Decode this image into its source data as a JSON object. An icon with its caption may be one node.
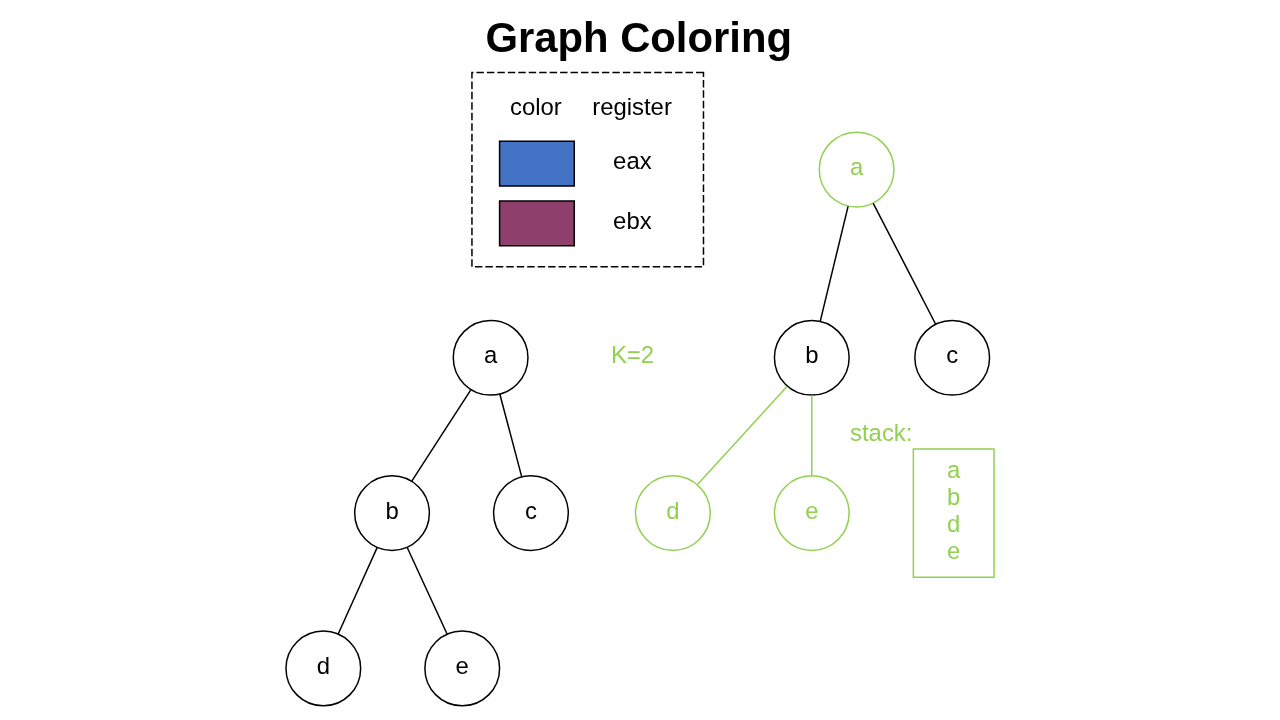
{
  "diagram": {
    "title": "Graph Coloring",
    "nodes": [
      {
        "text": [
          "a"
        ]
      },
      {
        "text": [
          "b"
        ]
      },
      {
        "text": [
          "c"
        ]
      },
      {
        "text": [
          "d"
        ]
      },
      {
        "text": [
          "e"
        ]
      },
      {
        "text": [
          "a"
        ]
      },
      {
        "text": [
          "b"
        ]
      },
      {
        "text": [
          "c"
        ]
      },
      {
        "text": [
          "d"
        ]
      },
      {
        "text": [
          "e"
        ]
      },
      {
        "text": [
          "a",
          "b",
          "d",
          "e"
        ],
        "beside": [
          "stack:"
        ]
      }
    ],
    "edges": [
      {
        "from": 0,
        "to": 1,
        "arrow": "none"
      },
      {
        "from": 0,
        "to": 2,
        "arrow": "none"
      },
      {
        "from": 1,
        "to": 3,
        "arrow": "none"
      },
      {
        "from": 1,
        "to": 4,
        "arrow": "none"
      },
      {
        "from": 5,
        "to": 6,
        "arrow": "none"
      },
      {
        "from": 5,
        "to": 7,
        "arrow": "none"
      },
      {
        "from": 6,
        "to": 8,
        "arrow": "none",
        "color": "#92d050"
      },
      {
        "from": 6,
        "to": 9,
        "arrow": "none",
        "color": "#92d050"
      }
    ],
    "labels": [
      "color",
      "register",
      "K=2"
    ],
    "legend": [
      {
        "text": "eax",
        "color": "#4472c4"
      },
      {
        "text": "ebx",
        "color": "#8e3f6b"
      }
    ]
  }
}
